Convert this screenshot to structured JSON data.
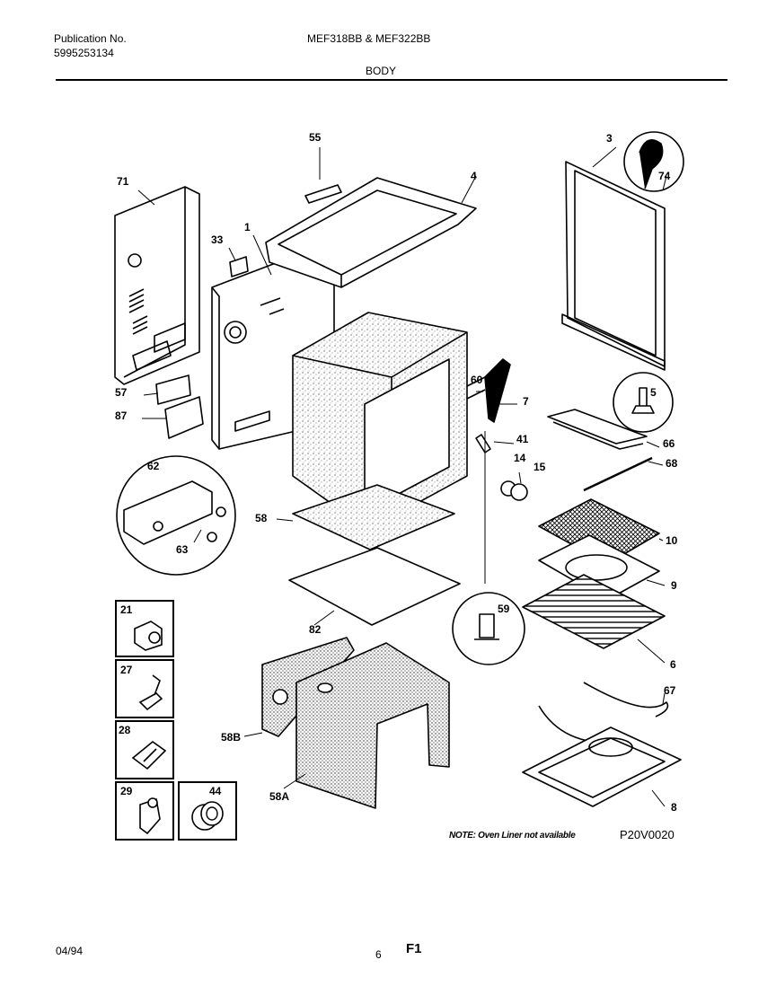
{
  "header": {
    "publication_label": "Publication No.",
    "publication_number": "5995253134",
    "models": "MEF318BB & MEF322BB",
    "section": "BODY"
  },
  "parts": [
    {
      "id": "55"
    },
    {
      "id": "3"
    },
    {
      "id": "71"
    },
    {
      "id": "4"
    },
    {
      "id": "74"
    },
    {
      "id": "33"
    },
    {
      "id": "1"
    },
    {
      "id": "5"
    },
    {
      "id": "60"
    },
    {
      "id": "7"
    },
    {
      "id": "57"
    },
    {
      "id": "87"
    },
    {
      "id": "41"
    },
    {
      "id": "66"
    },
    {
      "id": "68"
    },
    {
      "id": "14"
    },
    {
      "id": "15"
    },
    {
      "id": "62"
    },
    {
      "id": "58"
    },
    {
      "id": "10"
    },
    {
      "id": "63"
    },
    {
      "id": "9"
    },
    {
      "id": "82"
    },
    {
      "id": "59"
    },
    {
      "id": "6"
    },
    {
      "id": "21"
    },
    {
      "id": "27"
    },
    {
      "id": "67"
    },
    {
      "id": "58B"
    },
    {
      "id": "28"
    },
    {
      "id": "58A"
    },
    {
      "id": "8"
    },
    {
      "id": "29"
    },
    {
      "id": "44"
    }
  ],
  "note": "NOTE: Oven Liner not available",
  "diagram_code": "P20V0020",
  "footer": {
    "date": "04/94",
    "page": "6",
    "section_code": "F1"
  }
}
